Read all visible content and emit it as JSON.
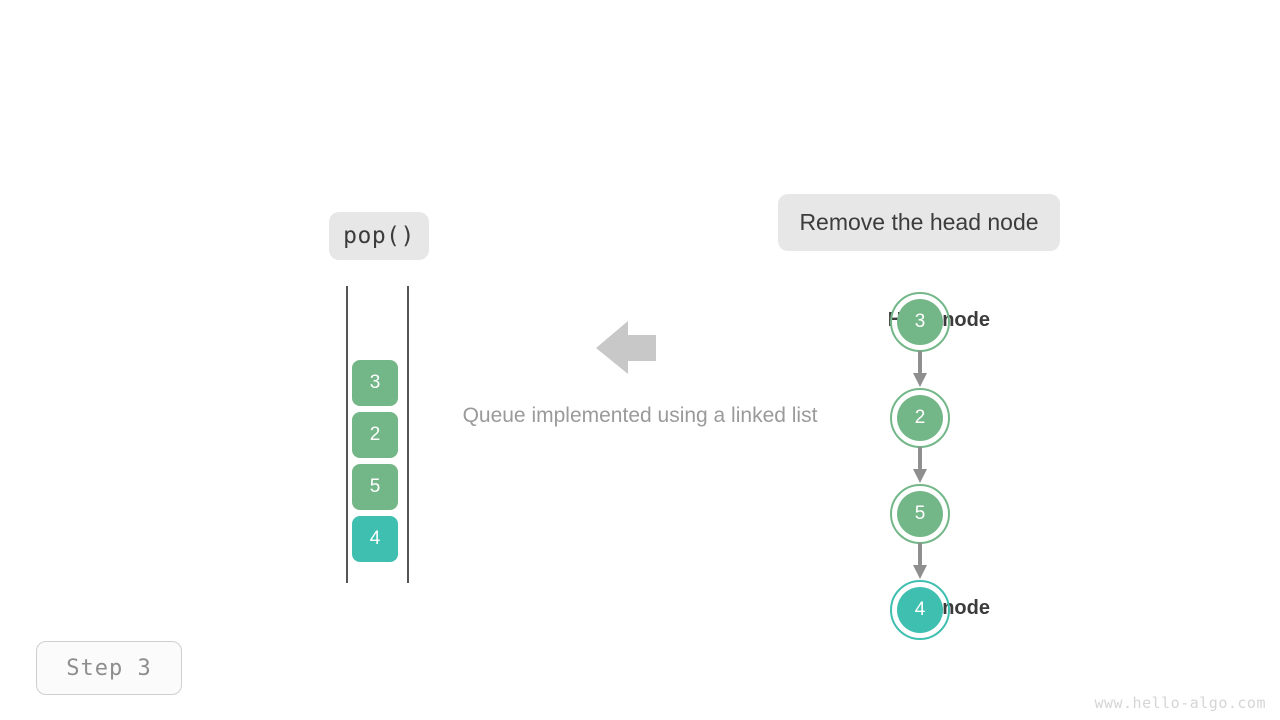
{
  "labels": {
    "operation": "pop()",
    "action": "Remove the head node",
    "caption": "Queue implemented using a linked list",
    "head_tag": "Head node",
    "tail_tag": "Tail node",
    "step": "Step  3",
    "watermark": "www.hello-algo.com"
  },
  "colors": {
    "green": "#73b788",
    "teal": "#3fbfb0",
    "chip_bg": "#e7e7e7",
    "arrow_gray": "#c8c8c8",
    "link_gray": "#8f8f8f",
    "text_dark": "#3c3c3c",
    "text_muted": "#9a9a9a"
  },
  "queue": {
    "cells": [
      {
        "value": "3",
        "color": "green"
      },
      {
        "value": "2",
        "color": "green"
      },
      {
        "value": "5",
        "color": "green"
      },
      {
        "value": "4",
        "color": "teal"
      }
    ]
  },
  "linked_list": {
    "nodes": [
      {
        "value": "3",
        "color": "green",
        "tag": "Head node"
      },
      {
        "value": "2",
        "color": "green",
        "tag": ""
      },
      {
        "value": "5",
        "color": "green",
        "tag": ""
      },
      {
        "value": "4",
        "color": "teal",
        "tag": "Tail node"
      }
    ]
  },
  "icons": {
    "big_arrow": "arrow-left-icon",
    "link_arrow": "arrow-down-icon"
  }
}
